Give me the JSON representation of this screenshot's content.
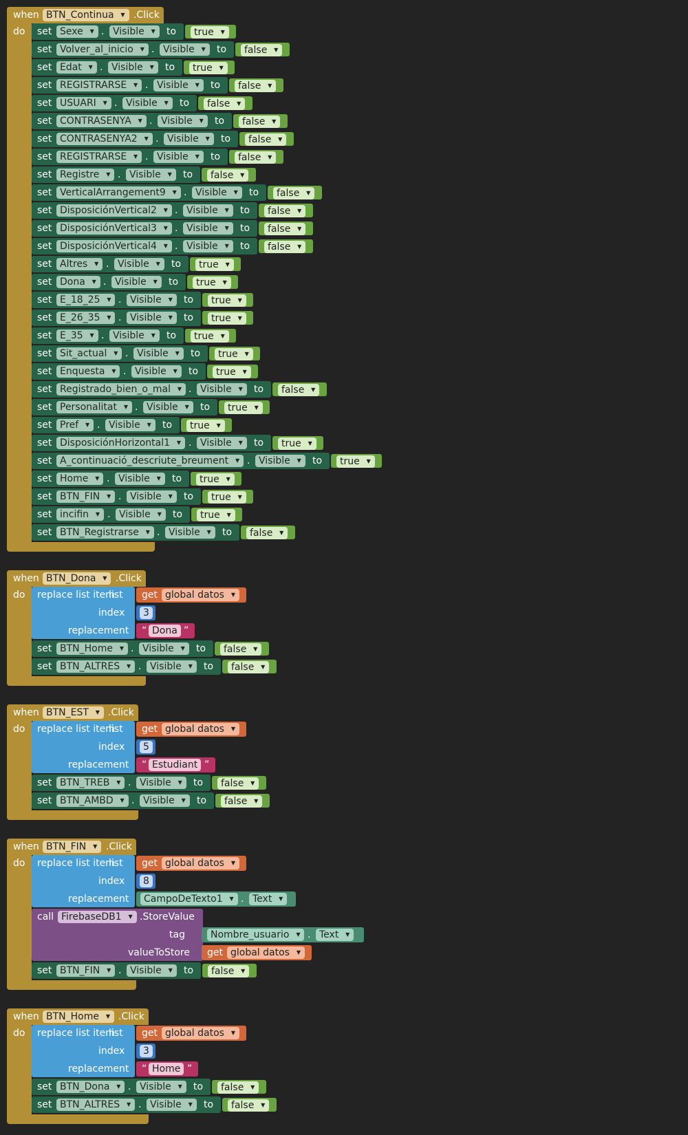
{
  "colors": {
    "event": "#b38f36",
    "set": "#266348",
    "list": "#4a9ed6",
    "get": "#d2683a",
    "text": "#b83264",
    "number": "#3a73c2",
    "logic_true": "#6aa342",
    "component": "#4a8c72",
    "call": "#7c4f86"
  },
  "labels": {
    "when": "when",
    "do": "do",
    "set": "set",
    "to": "to",
    "dot": ".",
    "call": "call",
    "replace_list_item": "replace list item",
    "list": "list",
    "index": "index",
    "replacement": "replacement",
    "get": "get",
    "quote_open": "“",
    "quote_close": "”",
    "tag": "tag",
    "value_to_store": "valueToStore"
  },
  "events": [
    {
      "component": "BTN_Continua",
      "event": ".Click",
      "body": [
        {
          "kind": "set",
          "component": "Sexe",
          "property": "Visible",
          "value": "true"
        },
        {
          "kind": "set",
          "component": "Volver_al_inicio",
          "property": "Visible",
          "value": "false"
        },
        {
          "kind": "set",
          "component": "Edat",
          "property": "Visible",
          "value": "true"
        },
        {
          "kind": "set",
          "component": "REGISTRARSE",
          "property": "Visible",
          "value": "false"
        },
        {
          "kind": "set",
          "component": "USUARI",
          "property": "Visible",
          "value": "false"
        },
        {
          "kind": "set",
          "component": "CONTRASENYA",
          "property": "Visible",
          "value": "false"
        },
        {
          "kind": "set",
          "component": "CONTRASENYA2",
          "property": "Visible",
          "value": "false"
        },
        {
          "kind": "set",
          "component": "REGISTRARSE",
          "property": "Visible",
          "value": "false"
        },
        {
          "kind": "set",
          "component": "Registre",
          "property": "Visible",
          "value": "false"
        },
        {
          "kind": "set",
          "component": "VerticalArrangement9",
          "property": "Visible",
          "value": "false"
        },
        {
          "kind": "set",
          "component": "DisposiciónVertical2",
          "property": "Visible",
          "value": "false"
        },
        {
          "kind": "set",
          "component": "DisposiciónVertical3",
          "property": "Visible",
          "value": "false"
        },
        {
          "kind": "set",
          "component": "DisposiciónVertical4",
          "property": "Visible",
          "value": "false"
        },
        {
          "kind": "set",
          "component": "Altres",
          "property": "Visible",
          "value": "true"
        },
        {
          "kind": "set",
          "component": "Dona",
          "property": "Visible",
          "value": "true"
        },
        {
          "kind": "set",
          "component": "E_18_25",
          "property": "Visible",
          "value": "true"
        },
        {
          "kind": "set",
          "component": "E_26_35",
          "property": "Visible",
          "value": "true"
        },
        {
          "kind": "set",
          "component": "E_35",
          "property": "Visible",
          "value": "true"
        },
        {
          "kind": "set",
          "component": "Sit_actual",
          "property": "Visible",
          "value": "true"
        },
        {
          "kind": "set",
          "component": "Enquesta",
          "property": "Visible",
          "value": "true"
        },
        {
          "kind": "set",
          "component": "Registrado_bien_o_mal",
          "property": "Visible",
          "value": "false"
        },
        {
          "kind": "set",
          "component": "Personalitat",
          "property": "Visible",
          "value": "true"
        },
        {
          "kind": "set",
          "component": "Pref",
          "property": "Visible",
          "value": "true"
        },
        {
          "kind": "set",
          "component": "DisposiciónHorizontal1",
          "property": "Visible",
          "value": "true"
        },
        {
          "kind": "set",
          "component": "A_continuació_descriute_breument",
          "property": "Visible",
          "value": "true"
        },
        {
          "kind": "set",
          "component": "Home",
          "property": "Visible",
          "value": "true"
        },
        {
          "kind": "set",
          "component": "BTN_FIN",
          "property": "Visible",
          "value": "true"
        },
        {
          "kind": "set",
          "component": "incifin",
          "property": "Visible",
          "value": "true"
        },
        {
          "kind": "set",
          "component": "BTN_Registrarse",
          "property": "Visible",
          "value": "false"
        }
      ]
    },
    {
      "component": "BTN_Dona",
      "event": ".Click",
      "body": [
        {
          "kind": "replace",
          "list_var": "global datos",
          "index": "3",
          "replacement": {
            "kind": "text",
            "value": "Dona"
          }
        },
        {
          "kind": "set",
          "component": "BTN_Home",
          "property": "Visible",
          "value": "false"
        },
        {
          "kind": "set",
          "component": "BTN_ALTRES",
          "property": "Visible",
          "value": "false"
        }
      ]
    },
    {
      "component": "BTN_EST",
      "event": ".Click",
      "body": [
        {
          "kind": "replace",
          "list_var": "global datos",
          "index": "5",
          "replacement": {
            "kind": "text",
            "value": "Estudiant"
          }
        },
        {
          "kind": "set",
          "component": "BTN_TREB",
          "property": "Visible",
          "value": "false"
        },
        {
          "kind": "set",
          "component": "BTN_AMBD",
          "property": "Visible",
          "value": "false"
        }
      ]
    },
    {
      "component": "BTN_FIN",
      "event": ".Click",
      "body": [
        {
          "kind": "replace",
          "list_var": "global datos",
          "index": "8",
          "replacement": {
            "kind": "getter",
            "component": "CampoDeTexto1",
            "property": "Text"
          }
        },
        {
          "kind": "call",
          "component": "FirebaseDB1",
          "method": ".StoreValue",
          "tag": {
            "component": "Nombre_usuario",
            "property": "Text"
          },
          "valueToStore": "global datos"
        },
        {
          "kind": "set",
          "component": "BTN_FIN",
          "property": "Visible",
          "value": "false"
        }
      ]
    },
    {
      "component": "BTN_Home",
      "event": ".Click",
      "body": [
        {
          "kind": "replace",
          "list_var": "global datos",
          "index": "3",
          "replacement": {
            "kind": "text",
            "value": "Home"
          }
        },
        {
          "kind": "set",
          "component": "BTN_Dona",
          "property": "Visible",
          "value": "false"
        },
        {
          "kind": "set",
          "component": "BTN_ALTRES",
          "property": "Visible",
          "value": "false"
        }
      ]
    }
  ]
}
